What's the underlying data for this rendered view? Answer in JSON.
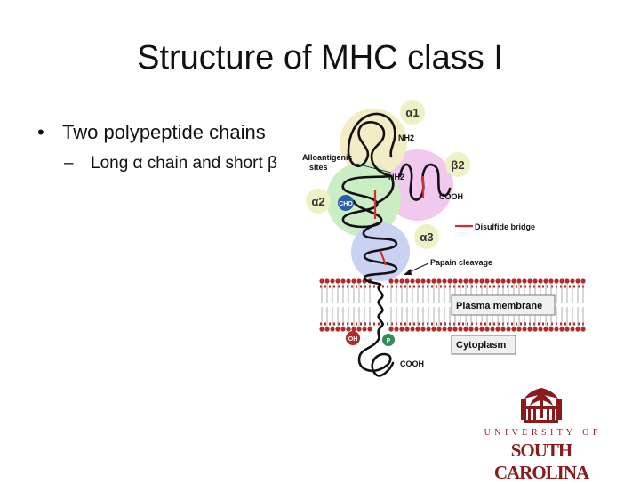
{
  "title": "Structure of MHC class I",
  "bullets": [
    {
      "text": "Two polypeptide chains",
      "sub": [
        {
          "text": "Long α chain and short β"
        }
      ]
    }
  ],
  "diagram": {
    "domain_labels": {
      "a1": "α1",
      "b2": "β2",
      "a2": "α2",
      "a3": "α3"
    },
    "nh2_top": "NH2",
    "nh2_beta": "NH2",
    "cooh_beta": "COOH",
    "cooh_tail": "COOH",
    "alloantigenic": [
      "Alloantigenic",
      "sites"
    ],
    "cho": "CHO",
    "disulfide": "Disulfide bridge",
    "papain": "Papain cleavage",
    "plasma_membrane": "Plasma membrane",
    "cytoplasm": "Cytoplasm",
    "oh": "OH",
    "p": "P"
  },
  "logo": {
    "university_line": "U N I V E R S I T Y   O F",
    "name": "SOUTH CAROLINA"
  },
  "colors": {
    "a1_circle": "#f3edc6",
    "b2_circle": "#f1c9ee",
    "a2_circle": "#cbedc4",
    "a3_circle": "#c9d2f2",
    "label_circle": "#eef0c5",
    "membrane": "#b22a2a",
    "cho": "#2a5ea8",
    "phosphate": "#2f8d57",
    "disulfide": "#d03030",
    "logo": "#8b1a1a"
  }
}
